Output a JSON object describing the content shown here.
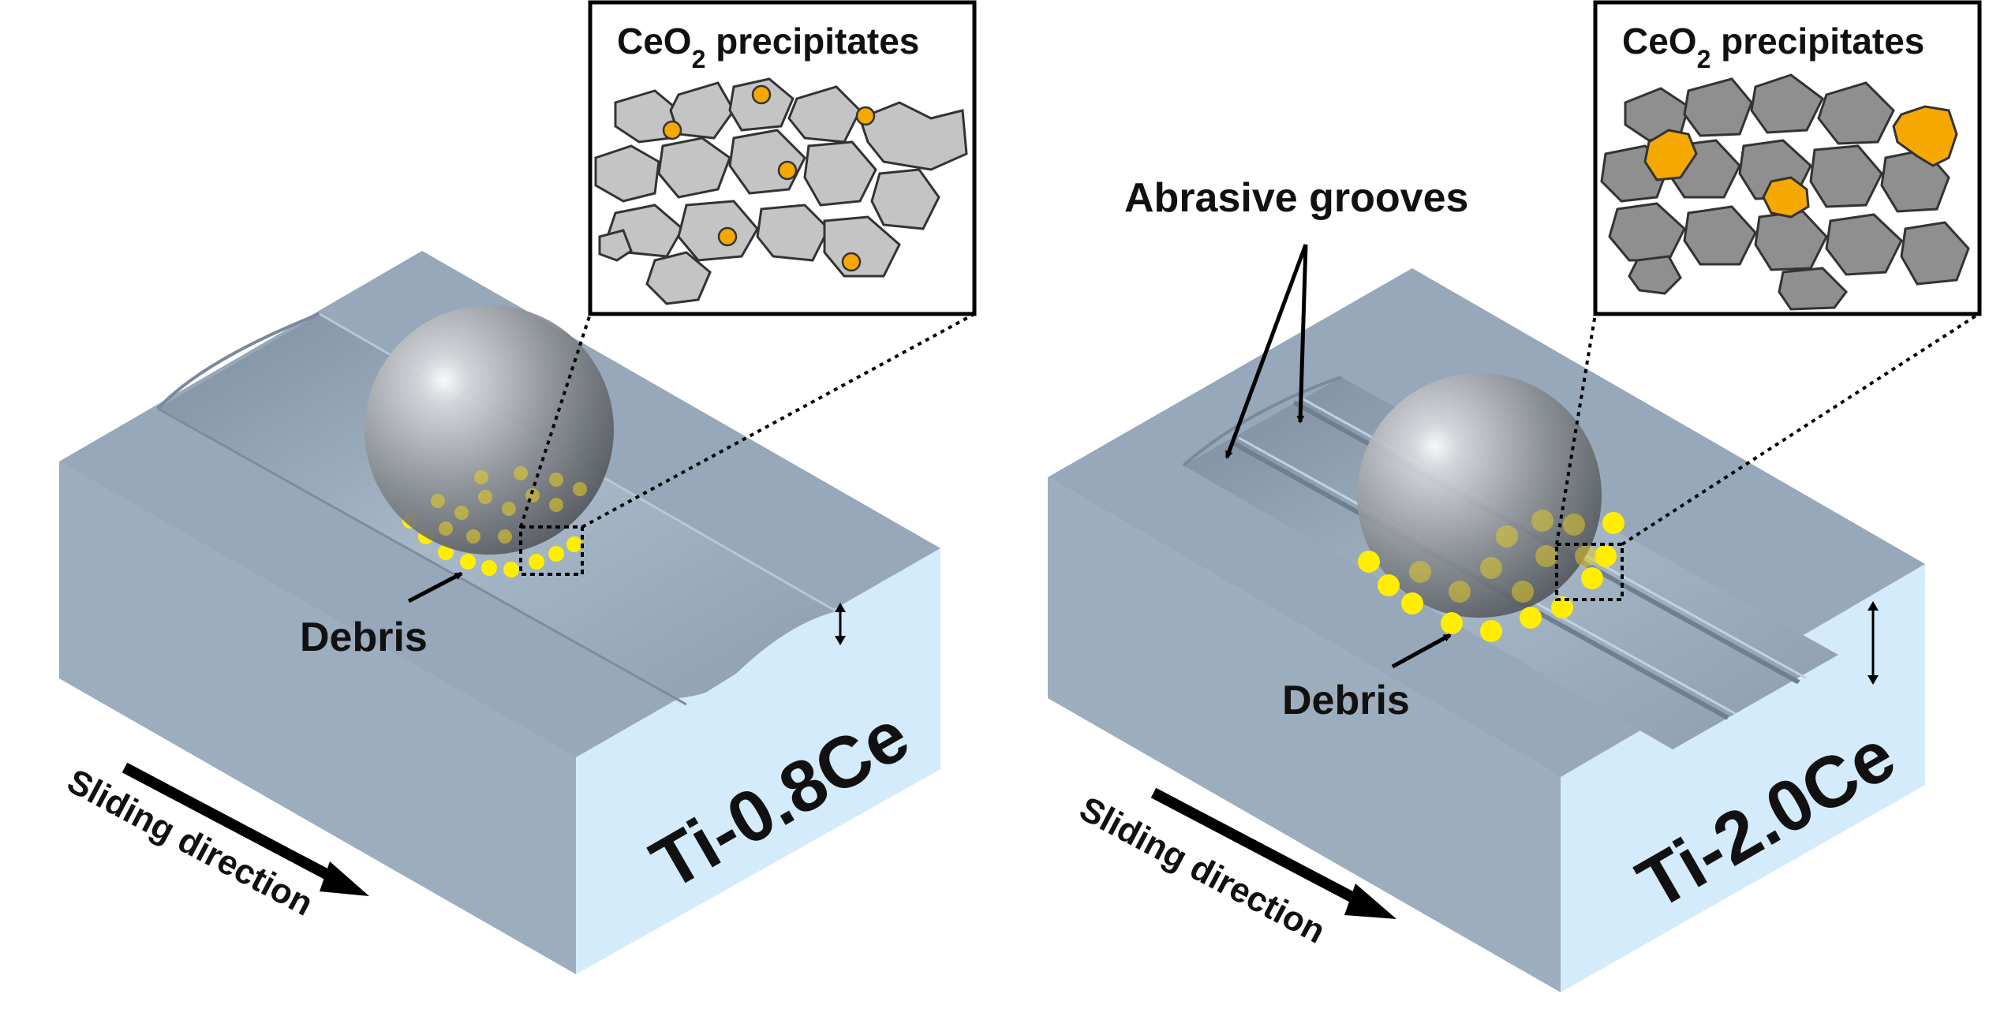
{
  "panels": [
    {
      "inset": {
        "title_main": "CeO",
        "title_sub": "2",
        "title_rest": " precipitates"
      },
      "debris_label": "Debris",
      "sliding_label": "Sliding direction",
      "specimen_label": "Ti-0.8Ce"
    },
    {
      "inset": {
        "title_main": "CeO",
        "title_sub": "2",
        "title_rest": " precipitates"
      },
      "grooves_label": "Abrasive grooves",
      "debris_label": "Debris",
      "sliding_label": "Sliding direction",
      "specimen_label": "Ti-2.0Ce"
    }
  ],
  "colors": {
    "block_top": "#96a8b9",
    "block_front": "#9fb0c0",
    "block_side": "#d4ebfb",
    "grain_light": "#c4c4c4",
    "grain_dark": "#8f8f8f",
    "precipitate": "#f5a800",
    "debris": "#ffee00"
  }
}
